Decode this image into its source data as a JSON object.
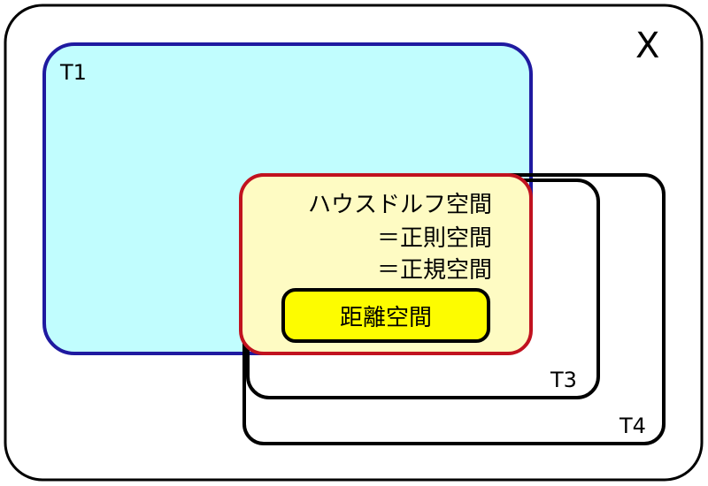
{
  "labels": {
    "universe": "X",
    "t1": "T1",
    "t3": "T3",
    "t4": "T4"
  },
  "region_text": {
    "line1": "ハウスドルフ空間",
    "line2": "＝正則空間",
    "line3": "＝正規空間",
    "metric": "距離空間"
  },
  "colors": {
    "t1_fill": "#c1fdfe",
    "t1_stroke": "#1f1aa0",
    "overlap_fill": "#fefbc3",
    "overlap_stroke": "#c1121f",
    "metric_fill": "#fdfc00",
    "stroke": "#000000"
  }
}
